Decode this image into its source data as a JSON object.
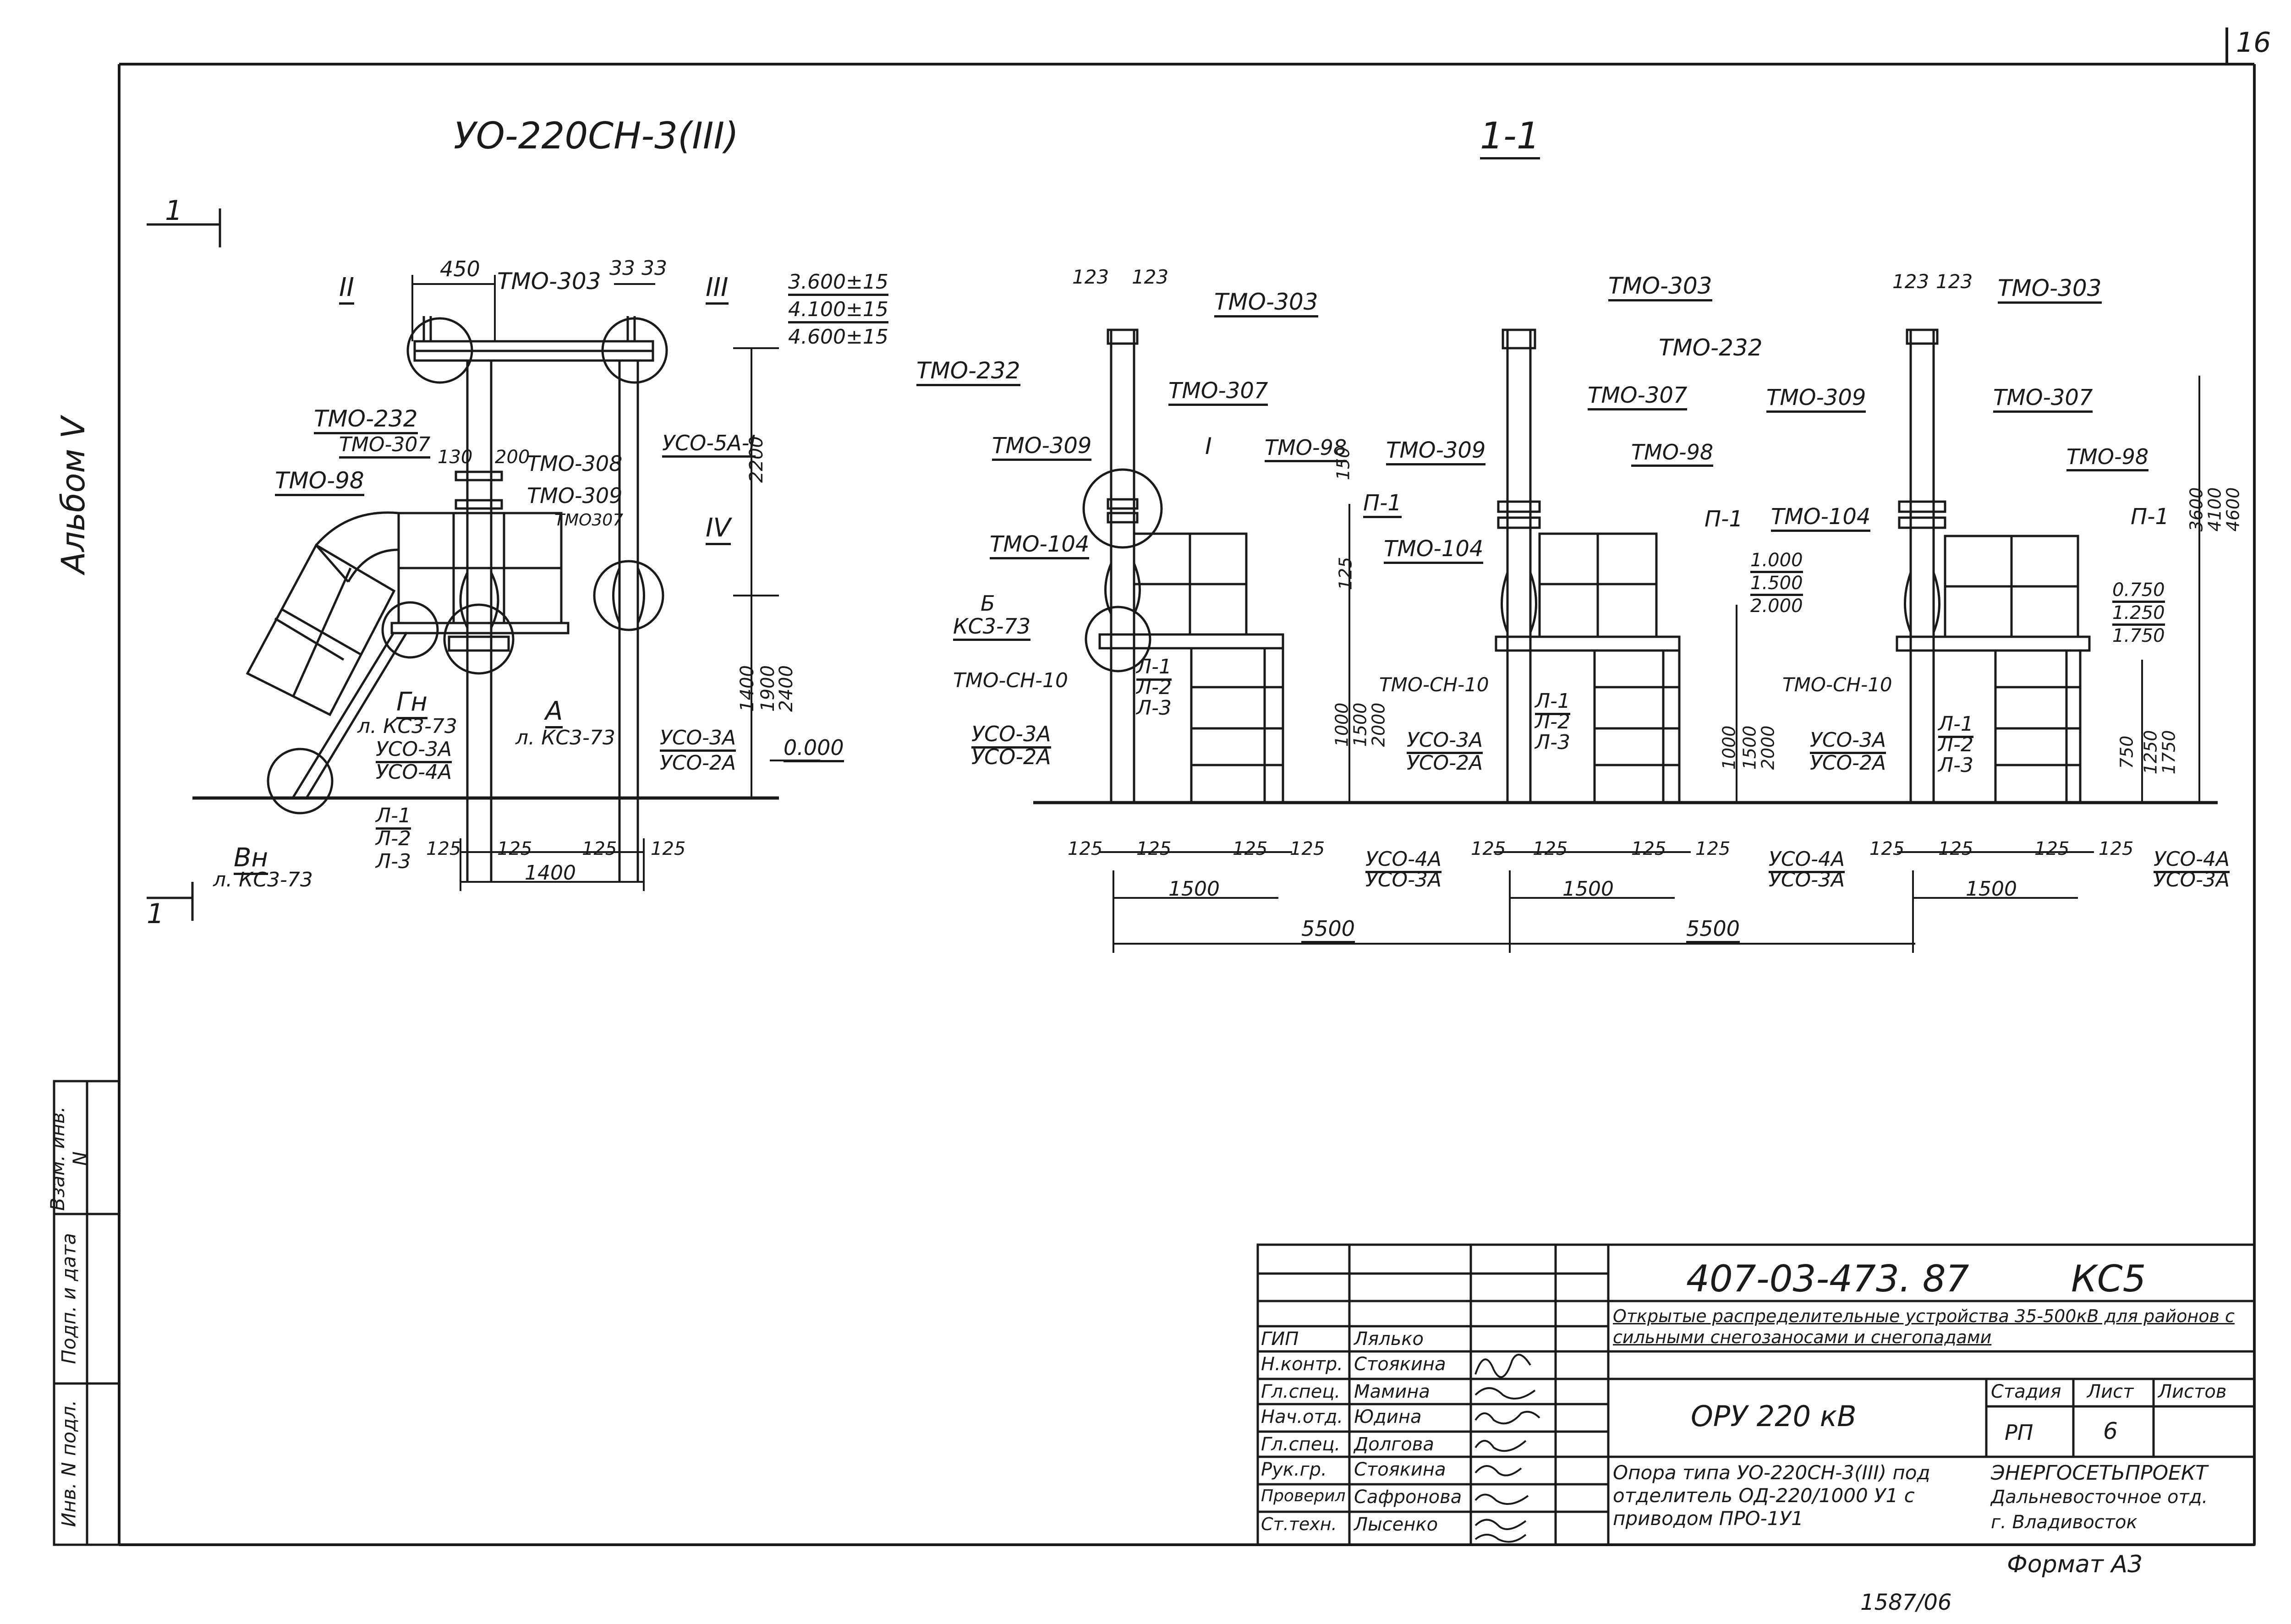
{
  "sheet": {
    "corner_number": "16",
    "album_label": "Альбом V",
    "stamp_bottom": "1587/06",
    "format_label": "Формат А3"
  },
  "left_view": {
    "title": "УО-220СН-3(III)",
    "section_mark": "1",
    "bubbles": [
      "II",
      "III",
      "IV",
      "А",
      "Гн",
      "Вн"
    ],
    "labels": {
      "tmo303": "ТМО-303",
      "tmo232": "ТМО-232",
      "tmo307": "ТМО-307",
      "tmo98": "ТМО-98",
      "tmo308": "ТМО-308",
      "tmo309": "ТМО-309",
      "tmo307b": "ТМО307",
      "uco5a": "УСО-5А-I",
      "gn_sheet": "л. КС3-73",
      "uco3a_1": "УСО-3А",
      "uco4a_1": "УСО-4А",
      "a_sheet": "л. КС3-73",
      "uco3a_2": "УСО-3А",
      "uco2a_2": "УСО-2А",
      "l1": "Л-1",
      "l2": "Л-2",
      "l3": "Л-3",
      "vn_sheet": "л. КС3-73"
    },
    "dims": {
      "d450": "450",
      "d33a": "33",
      "d33b": "33",
      "lvl1": "3.600±15",
      "lvl2": "4.100±15",
      "lvl3": "4.600±15",
      "d130": "130",
      "d200": "200",
      "d2200": "2200",
      "d1400v": "1400",
      "d1900": "1900",
      "d2400": "2400",
      "zero": "0.000",
      "d125a": "125",
      "d125b": "125",
      "d125c": "125",
      "d125d": "125",
      "d1400h": "1400"
    }
  },
  "right_view": {
    "title": "1-1",
    "labels": {
      "tmo303a": "ТМО-303",
      "tmo303b": "ТМО-303",
      "tmo303c": "ТМО-303",
      "tmo232a": "ТМО-232",
      "tmo232b": "ТМО-232",
      "tmo307a": "ТМО-307",
      "tmo307b": "ТМО-307",
      "tmo307c": "ТМО-307",
      "tmo309a": "ТМО-309",
      "tmo309b": "ТМО-309",
      "tmo309c": "ТМО-309",
      "tmo98a": "ТМО-98",
      "tmo98b": "ТМО-98",
      "tmo98c": "ТМО-98",
      "tmo104a": "ТМО-104",
      "tmo104b": "ТМО-104",
      "tmo104c": "ТМО-104",
      "p1a": "П-1",
      "p1b": "П-1",
      "p1c": "П-1",
      "b_bubble": "Б",
      "ks373": "КС3-73",
      "bubble_I": "I",
      "tmosn10a": "ТМО-СН-10",
      "tmosn10b": "ТМО-СН-10",
      "tmosn10c": "ТМО-СН-10",
      "uco3a_a": "УСО-3А",
      "uco2a_a": "УСО-2А",
      "uco3a_b": "УСО-3А",
      "uco2a_b": "УСО-2А",
      "uco3a_c": "УСО-3А",
      "uco2a_c": "УСО-2А",
      "uco4a_a": "УСО-4А",
      "uco3a_d": "УСО-3А",
      "uco4a_b": "УСО-4А",
      "uco3a_e": "УСО-3А",
      "uco4a_c": "УСО-4А",
      "uco3a_f": "УСО-3А",
      "l1": "Л-1",
      "l2": "Л-2",
      "l3": "Л-3"
    },
    "dims": {
      "d123": "123",
      "d150": "150",
      "d125v": "125",
      "d1000a": "1000",
      "d1500a": "1500",
      "d2000a": "2000",
      "lv1000": "1.000",
      "lv1500": "1.500",
      "lv2000": "2.000",
      "d1000b": "1000",
      "d1500b": "1500",
      "d2000b": "2000",
      "lv0750": "0.750",
      "lv1250": "1.250",
      "lv1750": "1.750",
      "d750": "750",
      "d1250": "1250",
      "d1750": "1750",
      "d3600": "3600",
      "d4100": "4100",
      "d4600": "4600",
      "d125": "125",
      "d1500h": "1500",
      "d5500": "5500"
    }
  },
  "side_stamp": {
    "rows": [
      "Взам. инв. N",
      "Подп. и дата",
      "Инв. N подл."
    ]
  },
  "title_block": {
    "code": "407-03-473. 87",
    "series": "КС5",
    "project": "Открытые распределительные устройства 35-500кВ для районов с сильными снегозаносами и снегопадами",
    "object": "ОРУ 220 кВ",
    "drawing_name": "Опора типа УО-220СН-3(III) под отделитель ОД-220/1000 У1 с приводом ПРО-1У1",
    "stage_header": "Стадия",
    "sheet_header": "Лист",
    "sheets_header": "Листов",
    "stage": "РП",
    "sheet": "6",
    "sheets": "",
    "org1": "ЭНЕРГОСЕТЬПРОЕКТ",
    "org2": "Дальневосточное отд.",
    "org3": "г. Владивосток",
    "people": [
      {
        "role": "ГИП",
        "name": "Лялько"
      },
      {
        "role": "Н.контр.",
        "name": "Стоякина"
      },
      {
        "role": "Гл.спец.",
        "name": "Мамина"
      },
      {
        "role": "Нач.отд.",
        "name": "Юдина"
      },
      {
        "role": "Гл.спец.",
        "name": "Долгова"
      },
      {
        "role": "Рук.гр.",
        "name": "Стоякина"
      },
      {
        "role": "Проверил",
        "name": "Сафронова"
      },
      {
        "role": "Ст.техн.",
        "name": "Лысенко"
      }
    ]
  }
}
